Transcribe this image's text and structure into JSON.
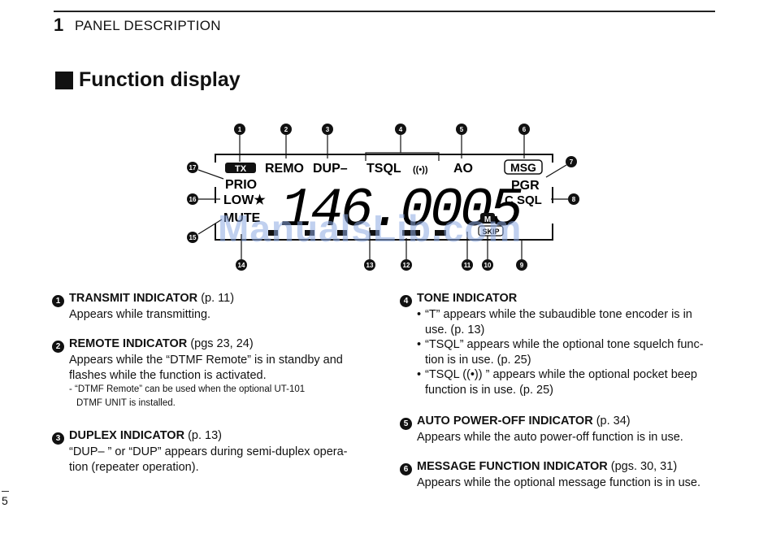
{
  "header": {
    "chapter_number": "1",
    "chapter_title": "PANEL DESCRIPTION"
  },
  "section": {
    "title": "Function display"
  },
  "lcd": {
    "top_labels": [
      "TX",
      "REMO",
      "DUP–",
      "TSQL",
      "((•))",
      "AO",
      "MSG"
    ],
    "left_labels": [
      "PRIO",
      "LOW★",
      "MUTE"
    ],
    "right_labels": [
      "PGR",
      "C SQL"
    ],
    "frequency": "146.0005",
    "skip_label": "SKIP",
    "memory_label": "M"
  },
  "callouts": [
    "1",
    "2",
    "3",
    "4",
    "5",
    "6",
    "7",
    "8",
    "9",
    "10",
    "11",
    "12",
    "13",
    "14",
    "15",
    "16",
    "17"
  ],
  "items_left": [
    {
      "num": "1",
      "title": "TRANSMIT INDICATOR",
      "ref": "(p. 11)",
      "body": [
        "Appears while transmitting."
      ]
    },
    {
      "num": "2",
      "title": "REMOTE INDICATOR",
      "ref": "(pgs 23, 24)",
      "body": [
        "Appears while the “DTMF Remote” is in standby and",
        "flashes while the function is activated."
      ],
      "note": [
        "- “DTMF Remote” can be used when the optional UT-101",
        "DTMF UNIT is installed."
      ]
    },
    {
      "num": "3",
      "title": "DUPLEX INDICATOR",
      "ref": "(p. 13)",
      "body": [
        "“DUP– ” or “DUP” appears during semi-duplex opera-",
        "tion (repeater operation)."
      ]
    }
  ],
  "items_right": [
    {
      "num": "4",
      "title": "TONE INDICATOR",
      "ref": "",
      "bullets": [
        [
          "“T” appears while the subaudible tone encoder is in",
          "use. (p. 13)"
        ],
        [
          "“TSQL” appears while the optional tone squelch func-",
          "tion is in use. (p. 25)"
        ],
        [
          "“TSQL ((•)) ” appears while the optional pocket beep",
          "function is in use. (p. 25)"
        ]
      ]
    },
    {
      "num": "5",
      "title": "AUTO POWER-OFF INDICATOR",
      "ref": "(p. 34)",
      "body": [
        "Appears while the auto power-off function is in use."
      ]
    },
    {
      "num": "6",
      "title": "MESSAGE FUNCTION INDICATOR",
      "ref": "(pgs. 30, 31)",
      "body": [
        "Appears while the optional message function is in use."
      ]
    }
  ],
  "footer": {
    "page_number": "5"
  },
  "watermark": "ManualsLib.com"
}
